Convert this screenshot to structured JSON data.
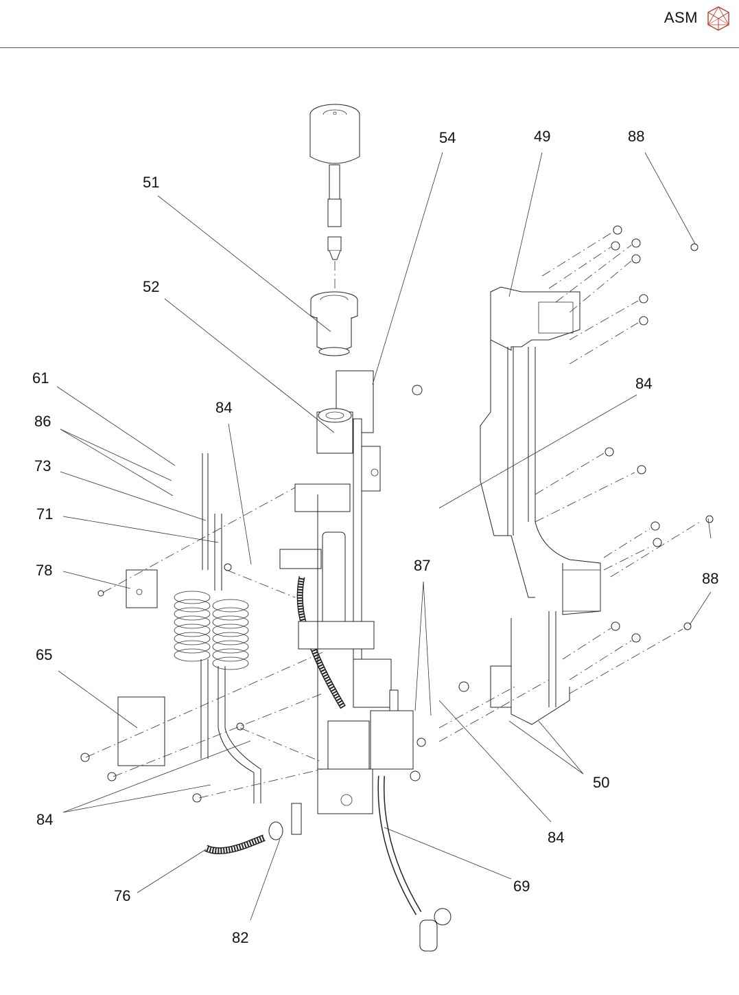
{
  "header": {
    "brand": "ASM",
    "logo_icon": "polyhedron-logo-icon",
    "logo_color": "#c0392b"
  },
  "callouts": [
    {
      "id": "c54",
      "label": "54"
    },
    {
      "id": "c49",
      "label": "49"
    },
    {
      "id": "c88a",
      "label": "88"
    },
    {
      "id": "c51",
      "label": "51"
    },
    {
      "id": "c52",
      "label": "52"
    },
    {
      "id": "c61",
      "label": "61"
    },
    {
      "id": "c86",
      "label": "86"
    },
    {
      "id": "c84a",
      "label": "84"
    },
    {
      "id": "c84b",
      "label": "84"
    },
    {
      "id": "c73",
      "label": "73"
    },
    {
      "id": "c71",
      "label": "71"
    },
    {
      "id": "c78",
      "label": "78"
    },
    {
      "id": "c87",
      "label": "87"
    },
    {
      "id": "c88b",
      "label": "88"
    },
    {
      "id": "c65",
      "label": "65"
    },
    {
      "id": "c50",
      "label": "50"
    },
    {
      "id": "c84c",
      "label": "84"
    },
    {
      "id": "c84d",
      "label": "84"
    },
    {
      "id": "c69",
      "label": "69"
    },
    {
      "id": "c76",
      "label": "76"
    },
    {
      "id": "c82",
      "label": "82"
    }
  ]
}
